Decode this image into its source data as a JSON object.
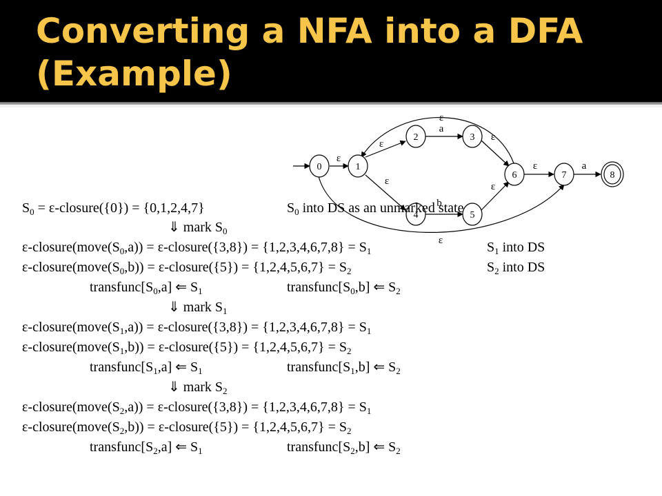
{
  "slide": {
    "title_line1": "Converting a NFA into a DFA",
    "title_line2": "(Example)"
  },
  "nfa": {
    "states": [
      "0",
      "1",
      "2",
      "3",
      "4",
      "5",
      "6",
      "7",
      "8"
    ],
    "accepting_state": "8",
    "symbols": {
      "epsilon": "ε",
      "a": "a",
      "b": "b"
    }
  },
  "text": {
    "eps": "ε",
    "s0_def": {
      "p1": "S",
      "s1": "0",
      "p2": " = ",
      "p3": "-closure({0}) = {0,1,2,4,7}",
      "c1": "S",
      "c2": "0",
      "c3": " into DS as an unmarked state"
    },
    "mark_s0": {
      "p1": "⇓ mark S",
      "s1": "0"
    },
    "s0a": {
      "p1": "-closure(move(S",
      "s1": "0",
      "p2": ",a)) = ",
      "p3": "-closure({3,8}) = {1,2,3,4,6,7,8} = S",
      "s2": "1",
      "c1": "S",
      "c2": "1",
      "c3": "  into DS"
    },
    "s0b": {
      "p1": "-closure(move(S",
      "s1": "0",
      "p2": ",b)) = ",
      "p3": "-closure({5}) = {1,2,4,5,6,7} = S",
      "s2": "2",
      "c1": "S",
      "c2": "2",
      "c3": "  into DS"
    },
    "tf0": {
      "a1": "transfunc[S",
      "a2": "0",
      "a3": ",a] ⇐ S",
      "a4": "1",
      "b1": "transfunc[S",
      "b2": "0",
      "b3": ",b] ⇐ S",
      "b4": "2"
    },
    "mark_s1": {
      "p1": "⇓ mark S",
      "s1": "1"
    },
    "s1a": {
      "p1": "-closure(move(S",
      "s1": "1",
      "p2": ",a)) = ",
      "p3": "-closure({3,8}) = {1,2,3,4,6,7,8} = S",
      "s2": "1"
    },
    "s1b": {
      "p1": "-closure(move(S",
      "s1": "1",
      "p2": ",b)) = ",
      "p3": "-closure({5}) = {1,2,4,5,6,7} = S",
      "s2": "2"
    },
    "tf1": {
      "a1": "transfunc[S",
      "a2": "1",
      "a3": ",a] ⇐ S",
      "a4": "1",
      "b1": "transfunc[S",
      "b2": "1",
      "b3": ",b] ⇐ S",
      "b4": "2"
    },
    "mark_s2": {
      "p1": "⇓ mark S",
      "s1": "2"
    },
    "s2a": {
      "p1": "-closure(move(S",
      "s1": "2",
      "p2": ",a)) = ",
      "p3": "-closure({3,8}) = {1,2,3,4,6,7,8} = S",
      "s2": "1"
    },
    "s2b": {
      "p1": "-closure(move(S",
      "s1": "2",
      "p2": ",b)) = ",
      "p3": "-closure({5}) = {1,2,4,5,6,7} = S",
      "s2": "2"
    },
    "tf2": {
      "a1": "transfunc[S",
      "a2": "2",
      "a3": ",a] ⇐ S",
      "a4": "1",
      "b1": "transfunc[S",
      "b2": "2",
      "b3": ",b] ⇐ S",
      "b4": "2"
    }
  }
}
